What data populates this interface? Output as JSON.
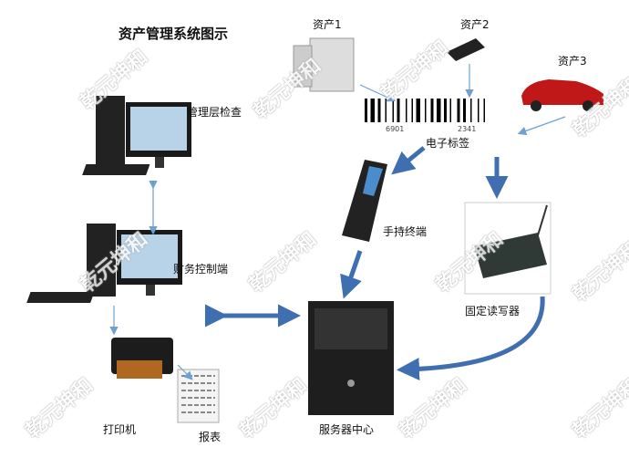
{
  "title": "资产管理系统图示",
  "watermark": "乾元坤和",
  "barcode_digits": [
    "6901",
    "2341"
  ],
  "nodes": {
    "asset1": "资产1",
    "asset2": "资产2",
    "asset3": "资产3",
    "mgmt_check": "管理层检查",
    "rfid_tag": "电子标签",
    "handheld": "手持终端",
    "finance": "财务控制端",
    "fixed_reader": "固定读写器",
    "printer": "打印机",
    "report": "报表",
    "server": "服务器中心"
  },
  "colors": {
    "arrow_thick": "#3f6fb0",
    "arrow_thin": "#6fa0d0"
  }
}
